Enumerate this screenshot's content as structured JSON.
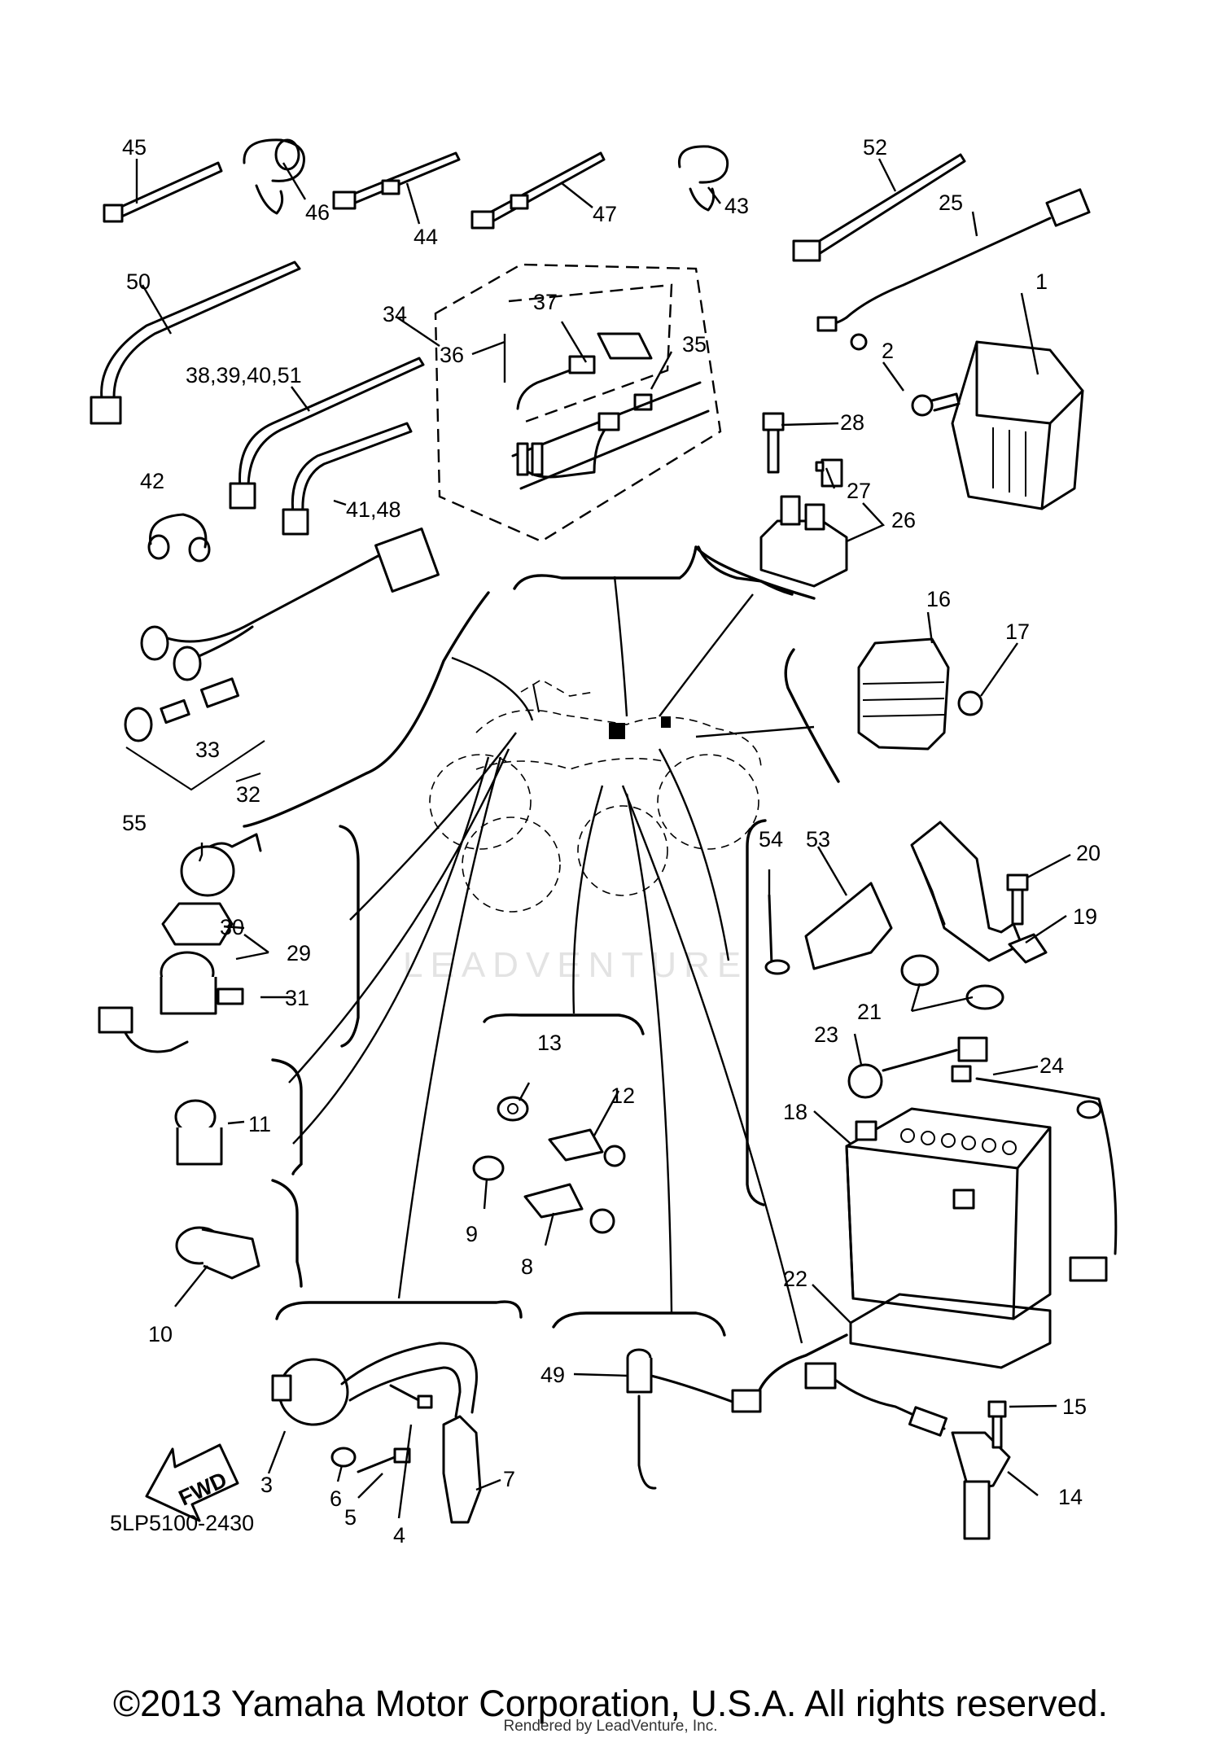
{
  "diagram": {
    "watermark": "LEADVENTURE",
    "fwd_label": "FWD",
    "code": "5LP5100-2430",
    "callouts": {
      "c1": "1",
      "c2": "2",
      "c3": "3",
      "c4": "4",
      "c5": "5",
      "c6": "6",
      "c7": "7",
      "c8": "8",
      "c9": "9",
      "c10": "10",
      "c11": "11",
      "c12": "12",
      "c13": "13",
      "c14": "14",
      "c15": "15",
      "c16": "16",
      "c17": "17",
      "c18": "18",
      "c19": "19",
      "c20": "20",
      "c21": "21",
      "c22": "22",
      "c23": "23",
      "c24": "24",
      "c25": "25",
      "c26": "26",
      "c27": "27",
      "c28": "28",
      "c29": "29",
      "c30": "30",
      "c31": "31",
      "c32": "32",
      "c33": "33",
      "c34": "34",
      "c35": "35",
      "c36": "36",
      "c37": "37",
      "c38_39_40_51": "38,39,40,51",
      "c41_48": "41,48",
      "c42": "42",
      "c43": "43",
      "c44": "44",
      "c45": "45",
      "c46": "46",
      "c47": "47",
      "c49": "49",
      "c50": "50",
      "c52": "52",
      "c53": "53",
      "c54": "54",
      "c55": "55"
    }
  },
  "footer": {
    "copyright": "©2013 Yamaha Motor Corporation, U.S.A. All rights reserved.",
    "rendered_by": "Rendered by LeadVenture, Inc."
  }
}
